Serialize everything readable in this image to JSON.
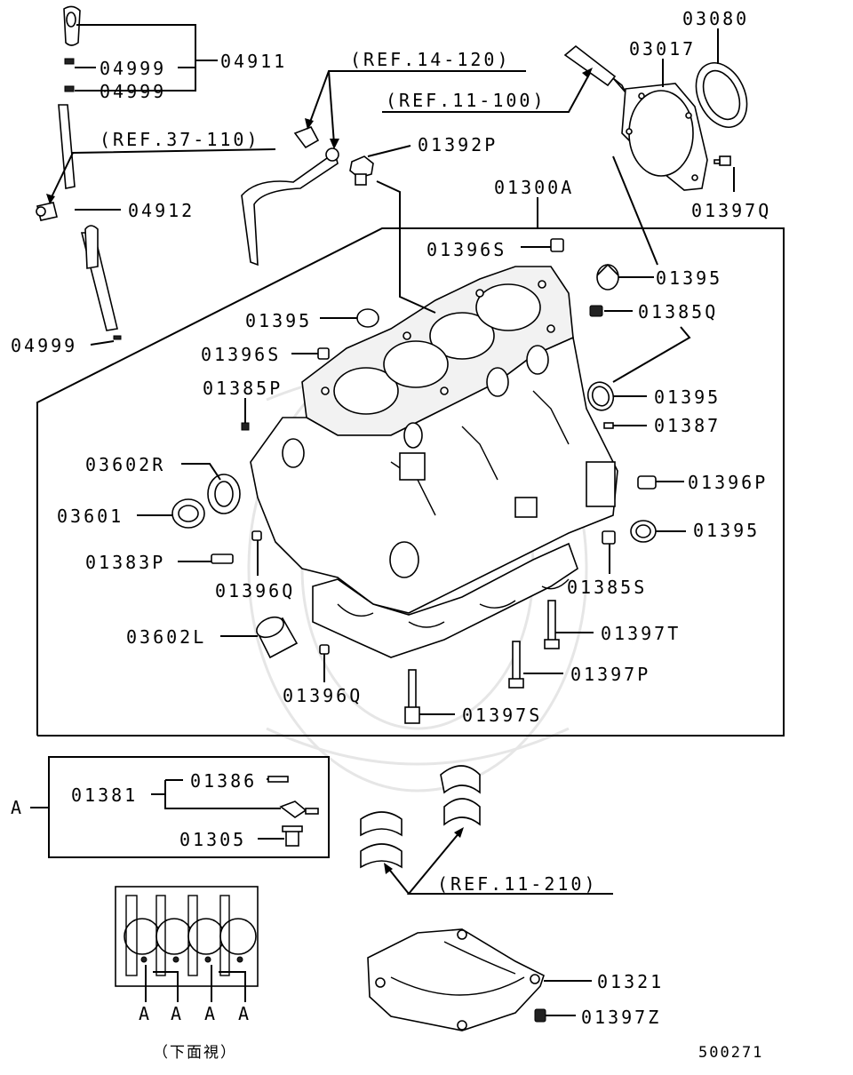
{
  "diagram": {
    "figure_code": "500271",
    "view_caption": "（下面視）",
    "callout_letter": "A",
    "bottom_letters": [
      "A",
      "A",
      "A",
      "A"
    ],
    "refs": {
      "r14_120": "(REF.14-120)",
      "r11_100": "(REF.11-100)",
      "r37_110": "(REF.37-110)",
      "r11_210": "(REF.11-210)"
    },
    "parts": {
      "p03080": "03080",
      "p03017": "03017",
      "p04911": "04911",
      "p04999a": "04999",
      "p04999b": "04999",
      "p04999c": "04999",
      "p01392P": "01392P",
      "p04912": "04912",
      "p01300A": "01300A",
      "p01397Q": "01397Q",
      "p01396S_top": "01396S",
      "p01395_a": "01395",
      "p01385Q": "01385Q",
      "p01395_b": "01395",
      "p01396S_mid": "01396S",
      "p01395_c": "01395",
      "p01385P": "01385P",
      "p01387": "01387",
      "p03602R": "03602R",
      "p01396P": "01396P",
      "p03601": "03601",
      "p01395_d": "01395",
      "p01383P": "01383P",
      "p01396Q_a": "01396Q",
      "p01385S": "01385S",
      "p03602L": "03602L",
      "p01397T": "01397T",
      "p01397P": "01397P",
      "p01396Q_b": "01396Q",
      "p01397S": "01397S",
      "p01381": "01381",
      "p01386": "01386",
      "p01305": "01305",
      "p01321": "01321",
      "p01397Z": "01397Z"
    }
  }
}
